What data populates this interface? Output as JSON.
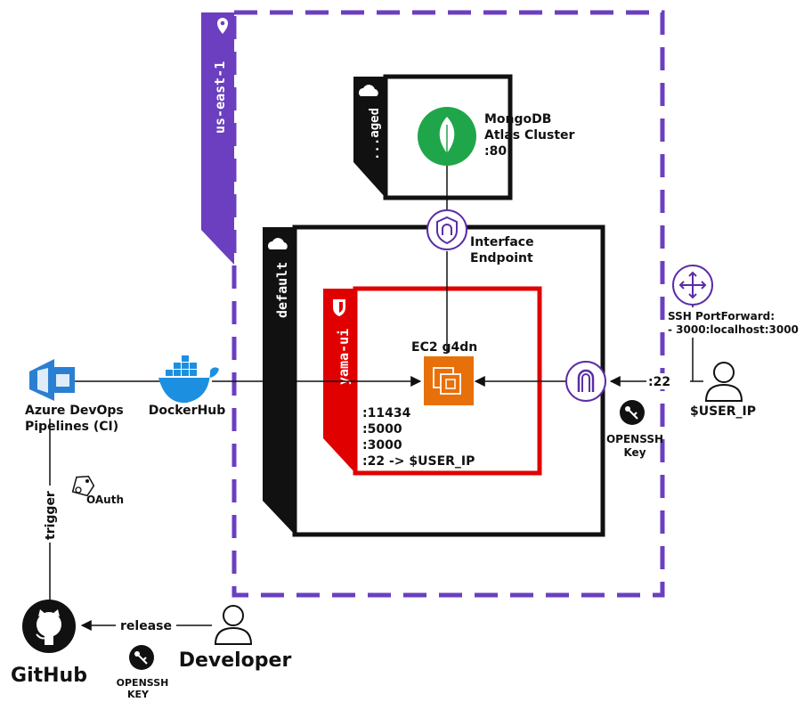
{
  "region": {
    "name": "us-east-1"
  },
  "managed_container": {
    "name": "...aged"
  },
  "vpc": {
    "name": "default"
  },
  "security_group": {
    "name": "yama-ui"
  },
  "mongodb": {
    "line1": "MongoDB",
    "line2": "Atlas Cluster",
    "line3": ":80"
  },
  "endpoint": {
    "line1": "Interface",
    "line2": "Endpoint"
  },
  "ec2": {
    "label": "EC2 g4dn"
  },
  "ports": [
    ":11434",
    ":5000",
    ":3000",
    ":22 -> $USER_IP"
  ],
  "azure": {
    "line1": "Azure DevOps",
    "line2": "Pipelines (CI)"
  },
  "dockerhub": {
    "label": "DockerHub"
  },
  "oauth": {
    "label": "OAuth"
  },
  "trigger": {
    "label": "trigger"
  },
  "github": {
    "label": "GitHub"
  },
  "release": {
    "label": "release"
  },
  "developer": {
    "label": "Developer"
  },
  "openssh_key_bottom": {
    "line1": "OPENSSH",
    "line2": "KEY"
  },
  "openssh_key_right": {
    "line1": "OPENSSH",
    "line2": "Key"
  },
  "router": {
    "line1": "SSH PortForward:",
    "line2": "- 3000:localhost:3000"
  },
  "ssh_port": {
    "label": ":22"
  },
  "user": {
    "label": "$USER_IP"
  },
  "colors": {
    "region": "#6b3fbf",
    "security_group": "#e00000",
    "ec2": "#e8700a",
    "mongodb": "#1fa64a",
    "endpoint": "#5a2ea6",
    "azure": "#2b7fd3",
    "docker": "#1d8fe0"
  }
}
